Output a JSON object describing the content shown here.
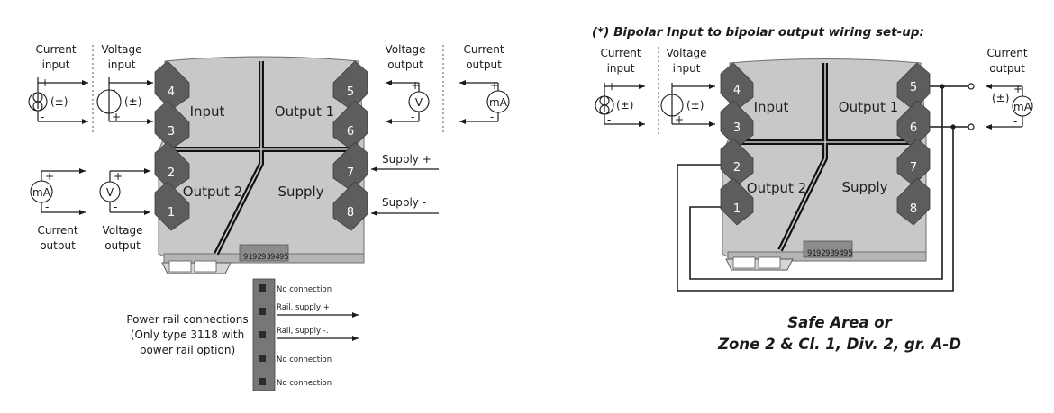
{
  "left": {
    "current_input": [
      "Current",
      "input"
    ],
    "voltage_input": [
      "Voltage",
      "input"
    ],
    "voltage_output_top": [
      "Voltage",
      "output"
    ],
    "current_output_top": [
      "Current",
      "output"
    ],
    "current_output_bottom": [
      "Current",
      "output"
    ],
    "voltage_output_bottom": [
      "Voltage",
      "output"
    ],
    "pm": "(±)",
    "modules": {
      "input": "Input",
      "output1": "Output 1",
      "output2": "Output 2",
      "supply": "Supply"
    },
    "terminals": [
      "4",
      "3",
      "2",
      "1",
      "5",
      "6",
      "7",
      "8"
    ],
    "meter_v": "V",
    "meter_ma": "mA",
    "supply_plus": "Supply +",
    "supply_minus": "Supply -",
    "power_rail": [
      "Power rail connections",
      "(Only type 3118 with",
      "power rail option)"
    ],
    "rail_pins": [
      "No connection",
      "Rail, supply +",
      "Rail, supply -.",
      "No connection",
      "No connection"
    ],
    "pin_numbers": [
      "91",
      "92",
      "93",
      "94",
      "95"
    ]
  },
  "right": {
    "title": "(*) Bipolar Input to bipolar output wiring set-up:",
    "current_input": [
      "Current",
      "input"
    ],
    "voltage_input": [
      "Voltage",
      "input"
    ],
    "current_output": [
      "Current",
      "output"
    ],
    "pm": "(±)",
    "meter_ma": "mA",
    "modules": {
      "input": "Input",
      "output1": "Output 1",
      "output2": "Output 2",
      "supply": "Supply"
    },
    "terminals": [
      "4",
      "3",
      "2",
      "1",
      "5",
      "6",
      "7",
      "8"
    ],
    "pin_numbers": [
      "91",
      "92",
      "93",
      "94",
      "95"
    ],
    "zone": [
      "Safe Area or",
      "Zone 2 & Cl. 1, Div. 2, gr. A-D"
    ]
  },
  "signs": {
    "plus": "+",
    "minus": "-"
  }
}
